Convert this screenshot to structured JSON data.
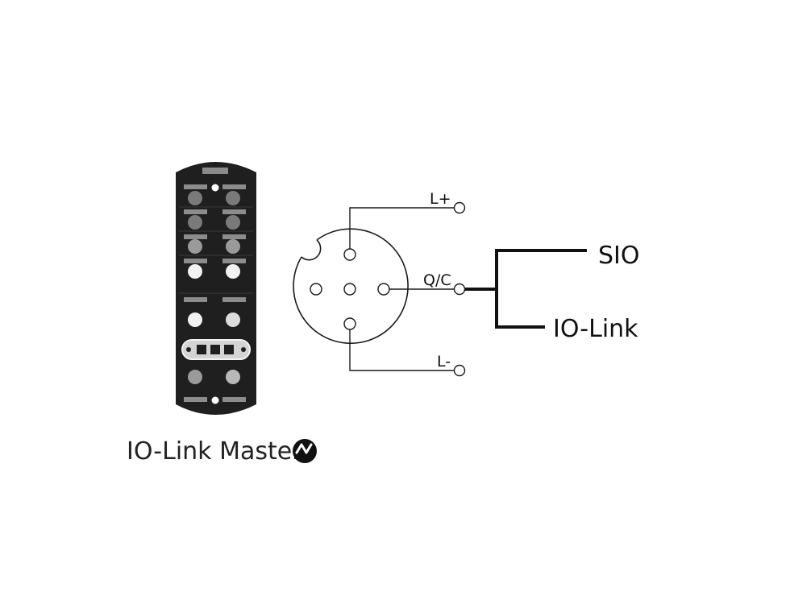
{
  "device": {
    "caption": "IO-Link Master",
    "logo_icon": "io-link-logo-icon"
  },
  "connector": {
    "pin_labels": {
      "l_plus": "L+",
      "qc": "Q/C",
      "l_minus": "L-"
    }
  },
  "modes": {
    "sio": "SIO",
    "io_link": "IO-Link"
  },
  "colors": {
    "device_body": "#1f1f1f",
    "line": "#1a1a1a"
  }
}
